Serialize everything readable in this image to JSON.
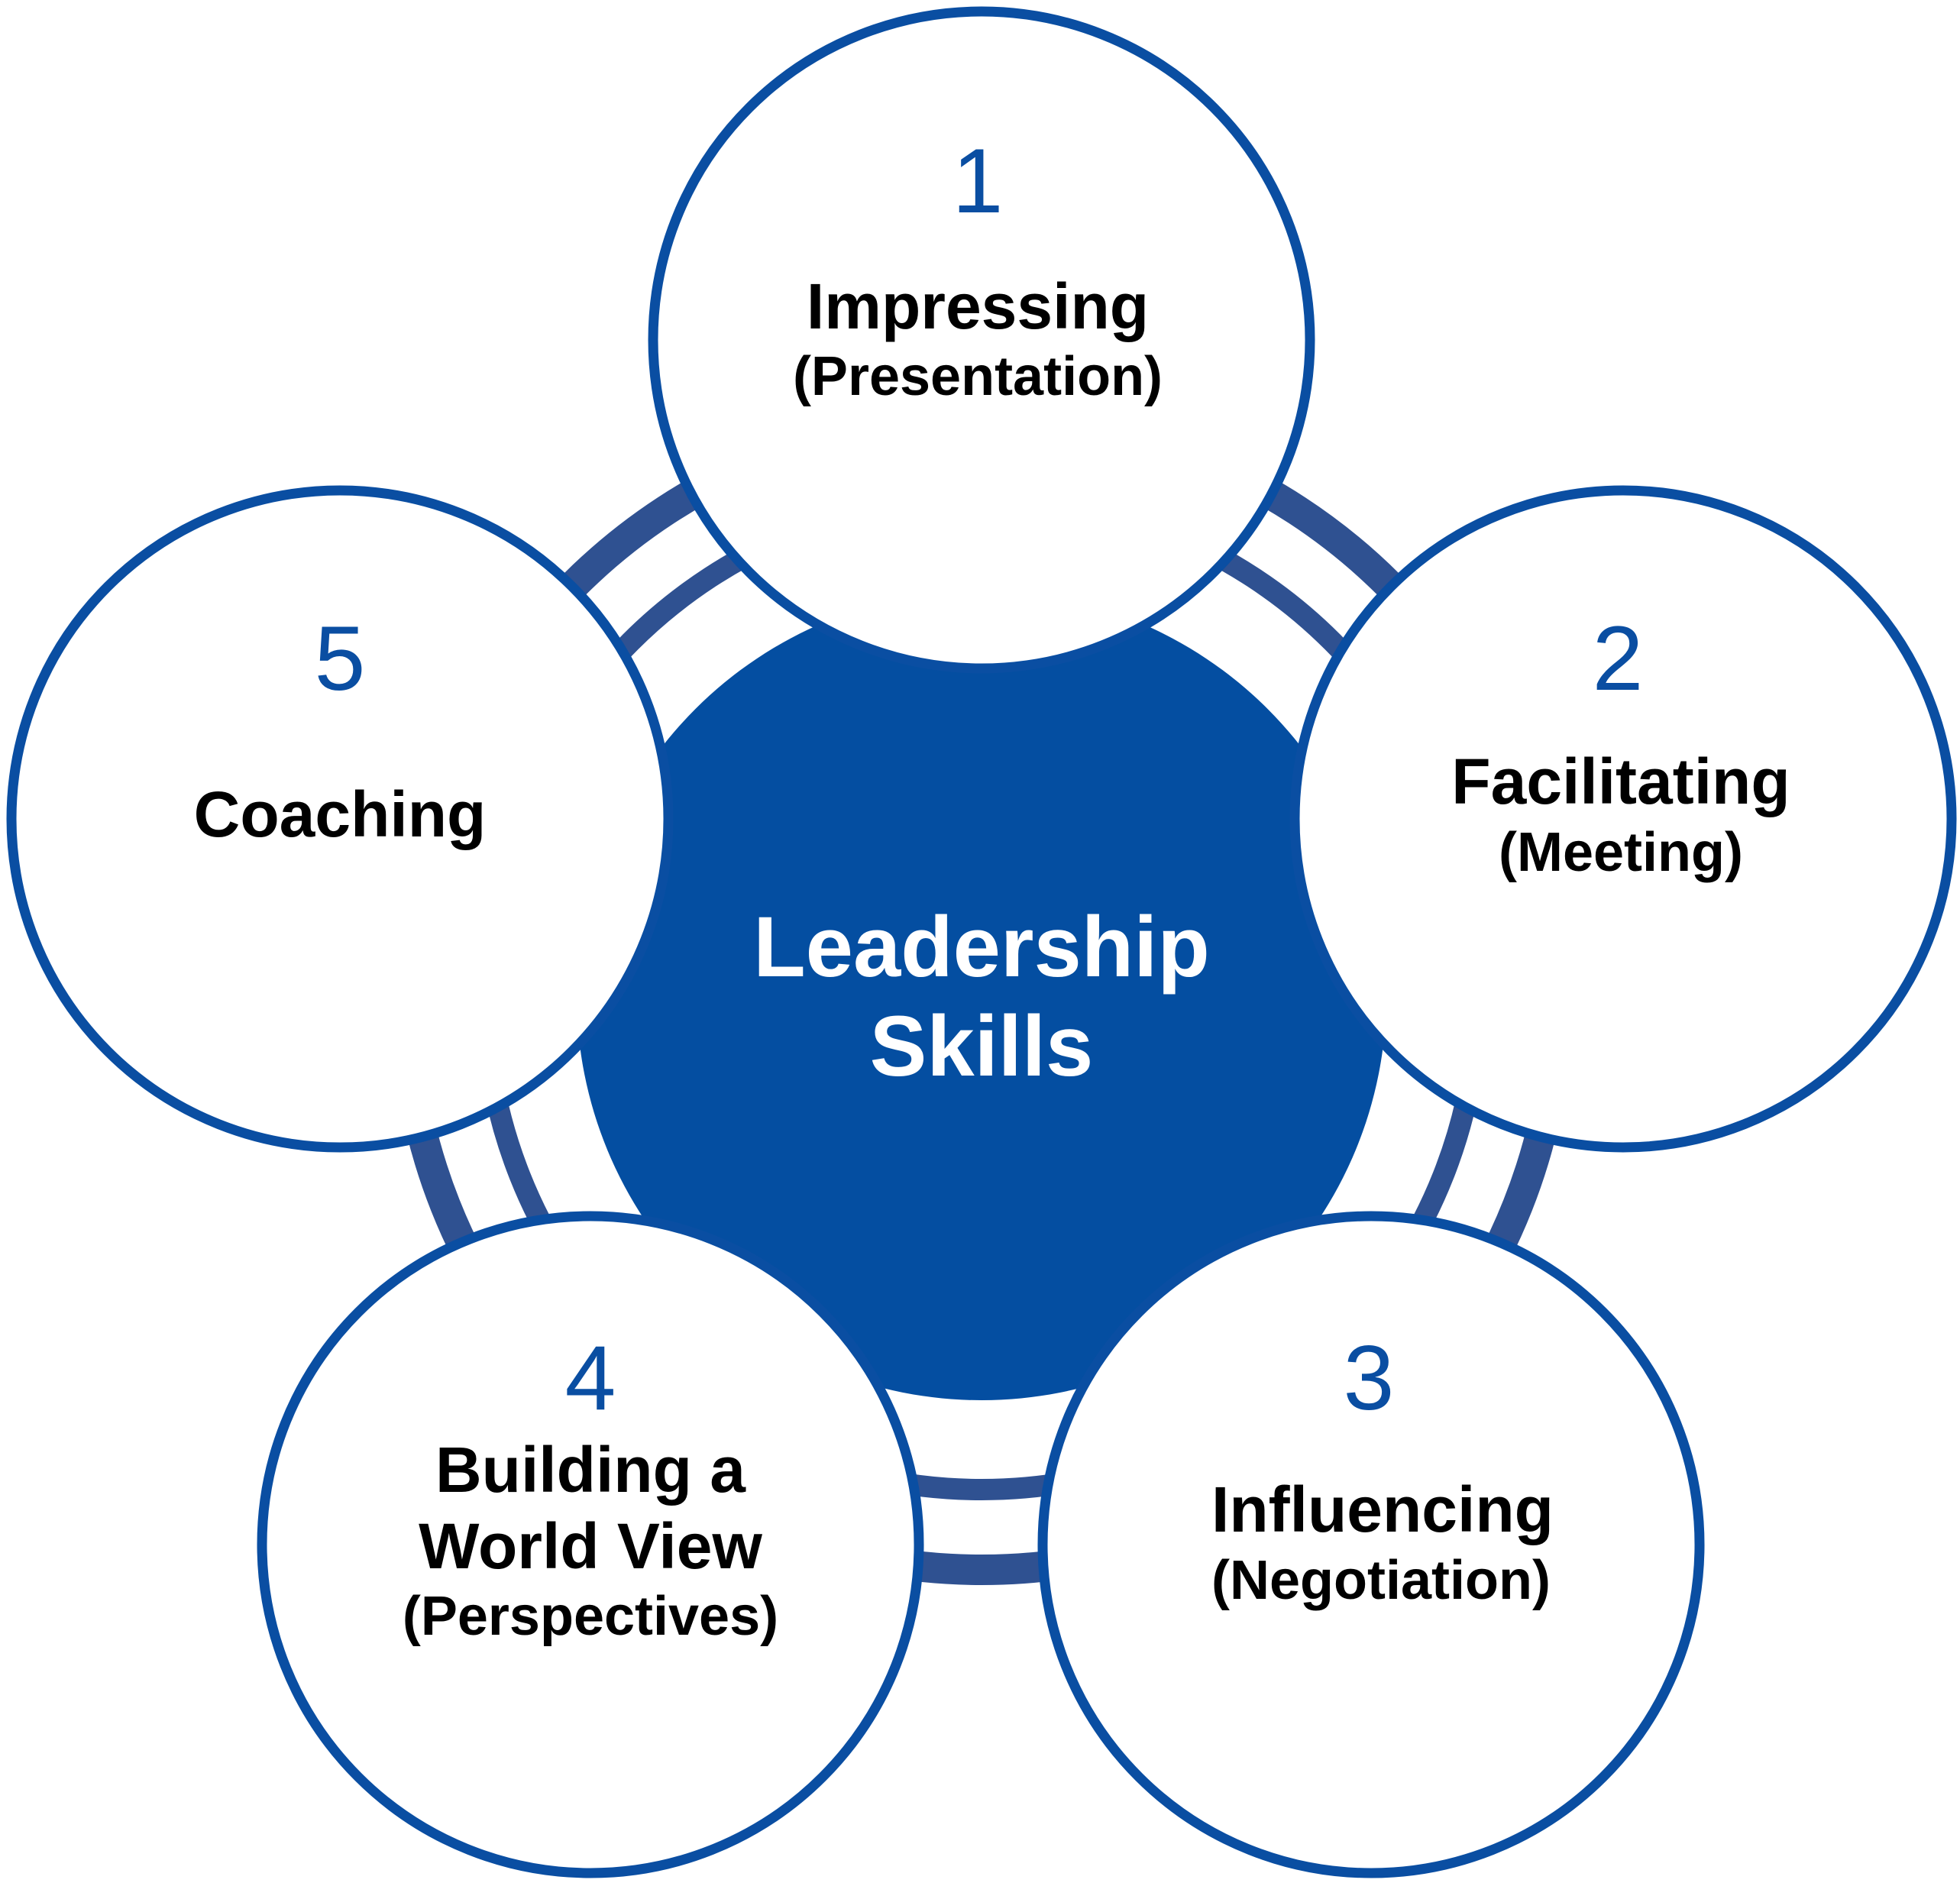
{
  "colors": {
    "primary": "#0a4ea2",
    "ring": "#2f5191",
    "center_fill": "#044ea1",
    "node_fill": "#ffffff",
    "node_stroke": "#0a4ea2",
    "number": "#0a4ea2",
    "label": "#000000",
    "center_text": "#ffffff"
  },
  "center": {
    "line1": "Leadership",
    "line2": "Skills"
  },
  "nodes": [
    {
      "number": "1",
      "title": "Impressing",
      "title_line2": "",
      "subtitle": "(Presentation)"
    },
    {
      "number": "2",
      "title": "Facilitating",
      "title_line2": "",
      "subtitle": "(Meeting)"
    },
    {
      "number": "3",
      "title": "Influencing",
      "title_line2": "",
      "subtitle": "(Negotiation)"
    },
    {
      "number": "4",
      "title": "Building a",
      "title_line2": "World View",
      "subtitle": "(Perspectives)"
    },
    {
      "number": "5",
      "title": "Coaching",
      "title_line2": "",
      "subtitle": ""
    }
  ]
}
